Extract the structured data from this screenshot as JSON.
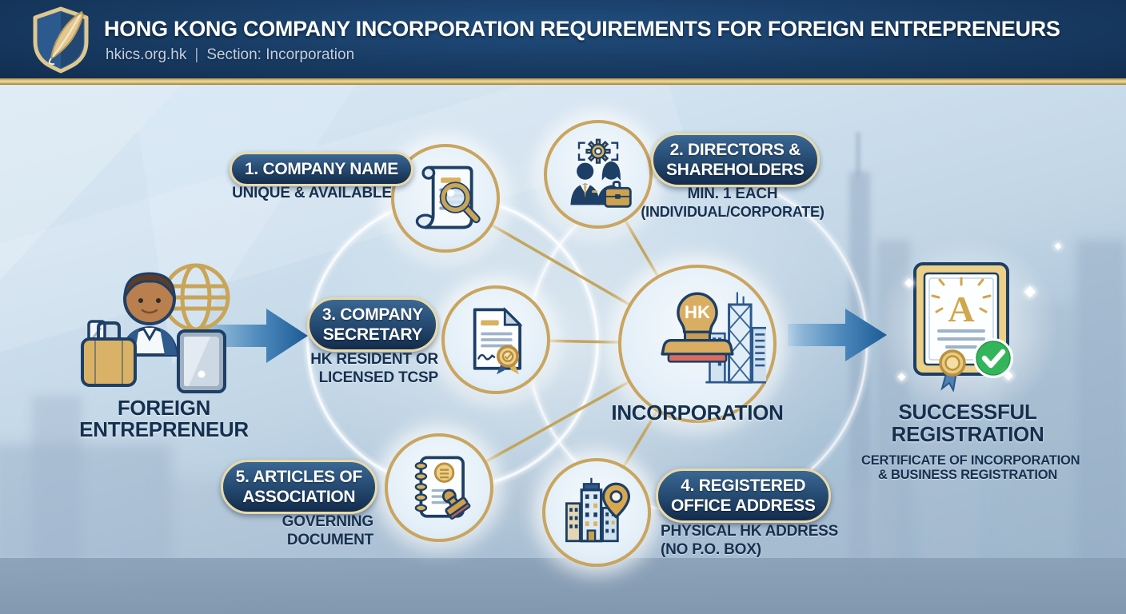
{
  "header": {
    "title": "HONG KONG COMPANY INCORPORATION REQUIREMENTS FOR FOREIGN ENTREPRENEURS",
    "site": "hkics.org.hk",
    "separator": "|",
    "section": "Section: Incorporation",
    "logo_icon": "shield-quill-icon"
  },
  "start": {
    "label_lines": [
      "FOREIGN",
      "ENTREPRENEUR"
    ],
    "icon": "foreign-entrepreneur-icon"
  },
  "center": {
    "label": "INCORPORATION",
    "stamp_text": "HK",
    "icon": "hk-stamp-skyline-icon"
  },
  "end": {
    "label_lines": [
      "SUCCESSFUL",
      "REGISTRATION"
    ],
    "subtitle_lines": [
      "CERTIFICATE OF INCORPORATION",
      "& BUSINESS REGISTRATION"
    ],
    "certificate_letter": "A",
    "icon": "certificate-check-icon"
  },
  "requirements": [
    {
      "badge_lines": [
        "1. COMPANY NAME"
      ],
      "subtitle_lines": [
        "UNIQUE & AVAILABLE"
      ],
      "icon": "scroll-magnifier-icon"
    },
    {
      "badge_lines": [
        "2. DIRECTORS &",
        "SHAREHOLDERS"
      ],
      "subtitle_lines": [
        "MIN. 1 EACH",
        "(INDIVIDUAL/CORPORATE)"
      ],
      "icon": "directors-shareholders-icon"
    },
    {
      "badge_lines": [
        "3. COMPANY",
        "SECRETARY"
      ],
      "subtitle_lines": [
        "HK RESIDENT OR",
        "LICENSED TCSP"
      ],
      "icon": "secretary-document-icon"
    },
    {
      "badge_lines": [
        "4. REGISTERED",
        "OFFICE ADDRESS"
      ],
      "subtitle_lines": [
        "PHYSICAL HK ADDRESS",
        "(NO P.O. BOX)"
      ],
      "icon": "office-building-pin-icon"
    },
    {
      "badge_lines": [
        "5. ARTICLES OF",
        "ASSOCIATION"
      ],
      "subtitle_lines": [
        "GOVERNING",
        "DOCUMENT"
      ],
      "icon": "articles-stamp-icon"
    }
  ],
  "colors": {
    "header_navy": "#17395f",
    "gold": "#c9a558",
    "badge_navy": "#24486f",
    "text_navy": "#16304f",
    "arrow_blue": "#2e6ca6",
    "check_green": "#35b55b",
    "stamp_red": "#d96b5f"
  }
}
